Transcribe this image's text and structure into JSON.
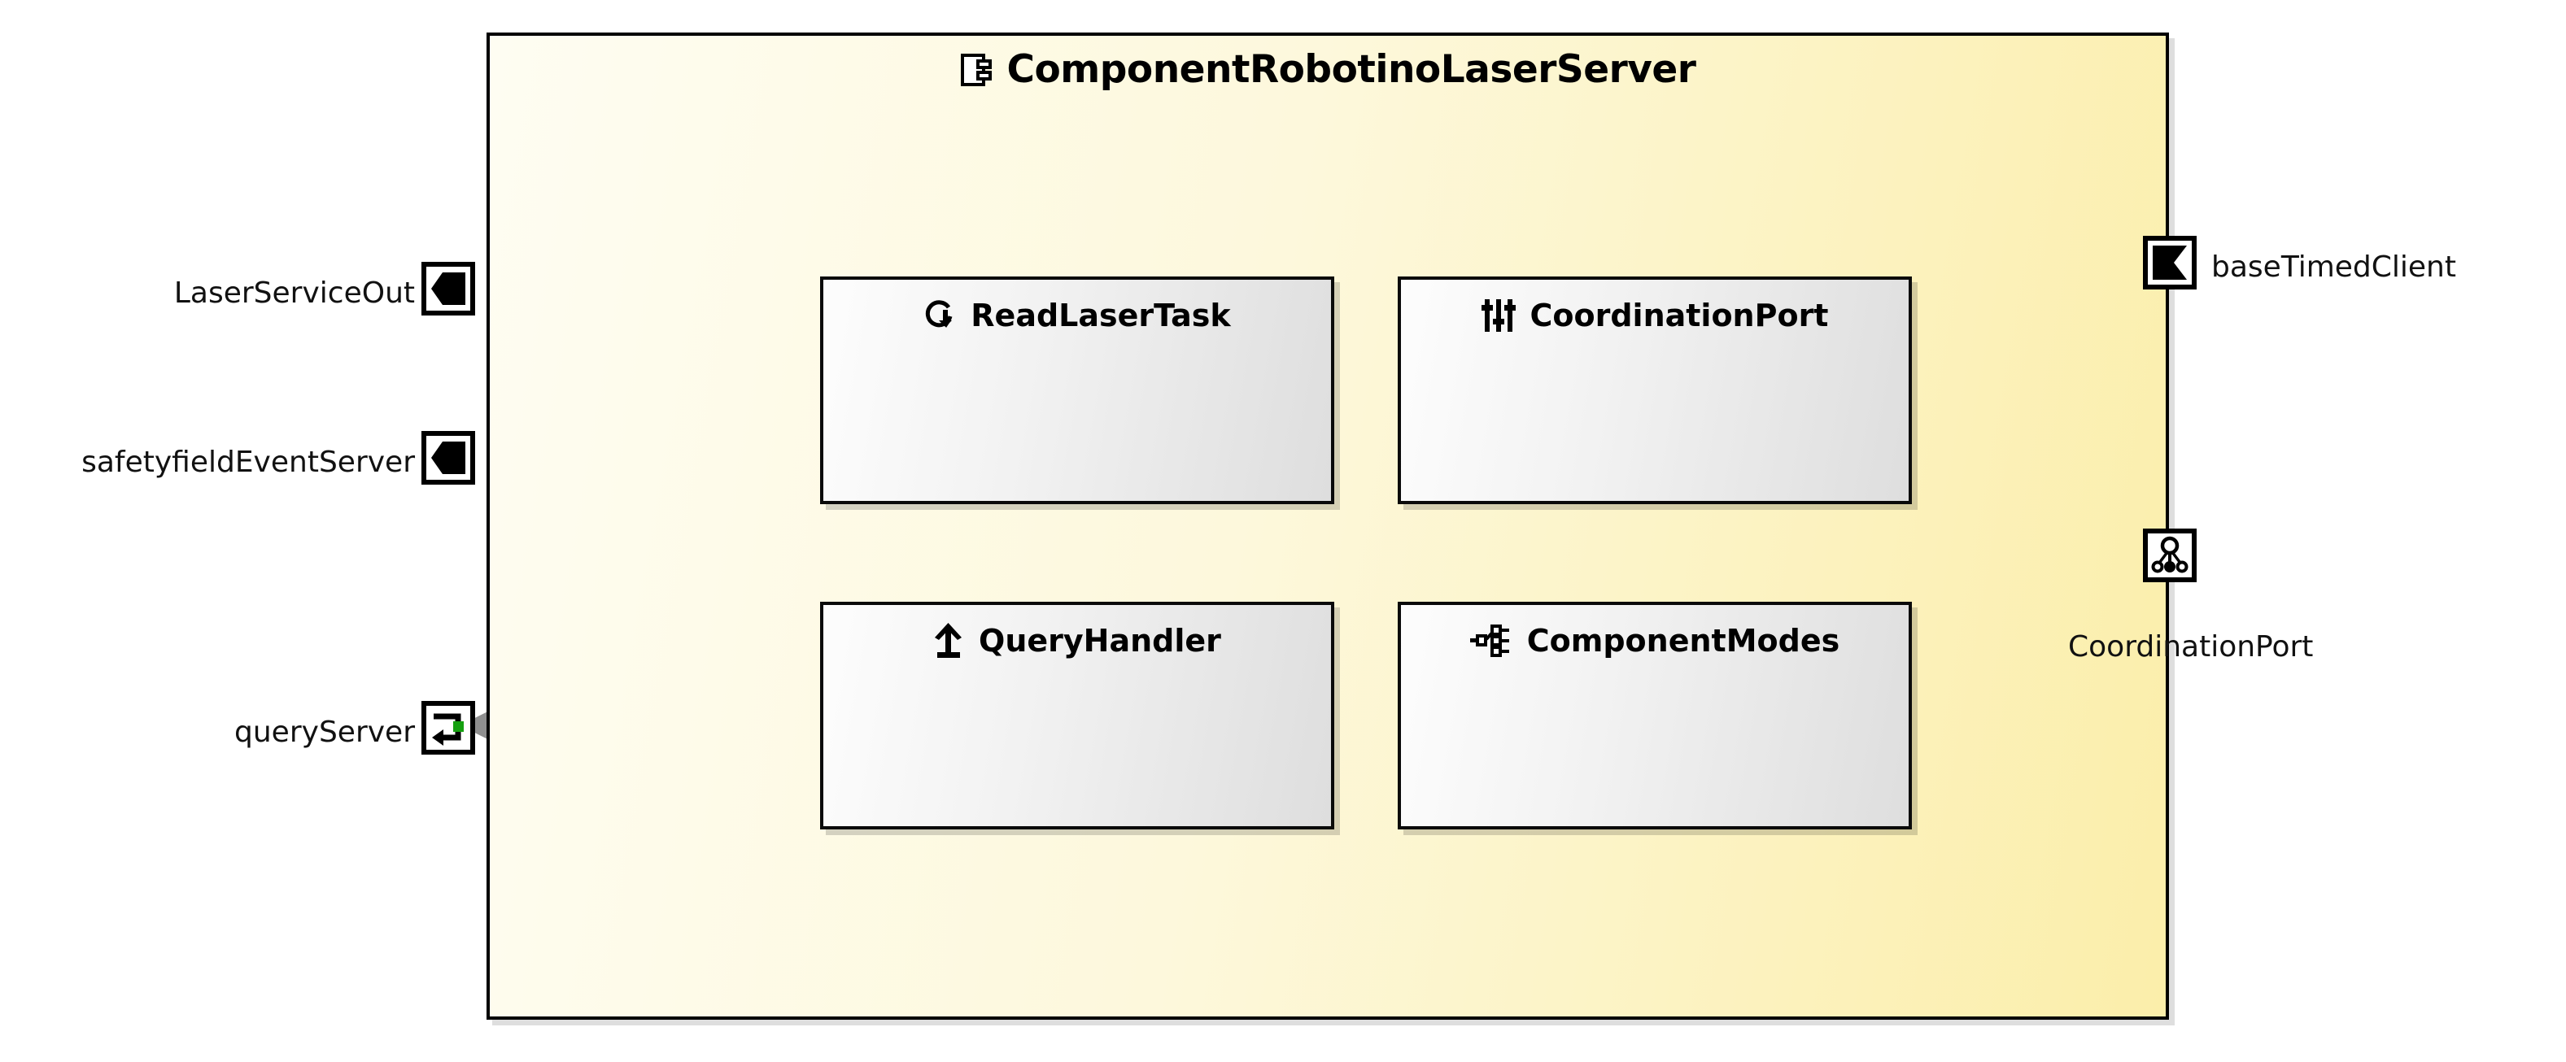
{
  "diagram": {
    "type": "uml-component-diagram",
    "component": {
      "name": "ComponentRobotinoLaserServer",
      "icon": "component-icon",
      "fill_start": "#fefdf2",
      "fill_end": "#fbeeaa",
      "border": "#000000"
    },
    "inner_elements": [
      {
        "id": "readlasertask",
        "label": "ReadLaserTask",
        "icon": "task-cycle-icon"
      },
      {
        "id": "coordination",
        "label": "CoordinationPort",
        "icon": "sliders-icon"
      },
      {
        "id": "queryhandler",
        "label": "QueryHandler",
        "icon": "up-arrow-icon"
      },
      {
        "id": "componentmodes",
        "label": "ComponentModes",
        "icon": "branch-tree-icon"
      }
    ],
    "ports": [
      {
        "id": "laserserviceout",
        "label": "LaserServiceOut",
        "icon": "filled-left-arrow-port-icon",
        "side": "left"
      },
      {
        "id": "safetyfieldevent",
        "label": "safetyfieldEventServer",
        "icon": "filled-left-arrow-port-icon",
        "side": "left"
      },
      {
        "id": "queryserver",
        "label": "queryServer",
        "icon": "request-response-port-icon",
        "side": "left",
        "accent": "#16a010"
      },
      {
        "id": "basetimedclient",
        "label": "baseTimedClient",
        "icon": "notched-arrow-port-icon",
        "side": "right"
      },
      {
        "id": "coordinationport",
        "label": "CoordinationPort",
        "icon": "coordination-node-icon",
        "side": "right"
      }
    ],
    "connectors": [
      {
        "from": "readlasertask",
        "to": "laserserviceout",
        "arrow": "filled"
      },
      {
        "from": "readlasertask",
        "to": "safetyfieldevent",
        "arrow": "filled"
      },
      {
        "from": "queryhandler",
        "to": "queryserver",
        "arrow": "hollow-triangle"
      },
      {
        "from": "coordinationport",
        "to": "coordination",
        "arrow": "filled"
      },
      {
        "from": "coordinationport",
        "to": "componentmodes",
        "arrow": "filled"
      }
    ],
    "connector_color": "#8f8f8f"
  }
}
